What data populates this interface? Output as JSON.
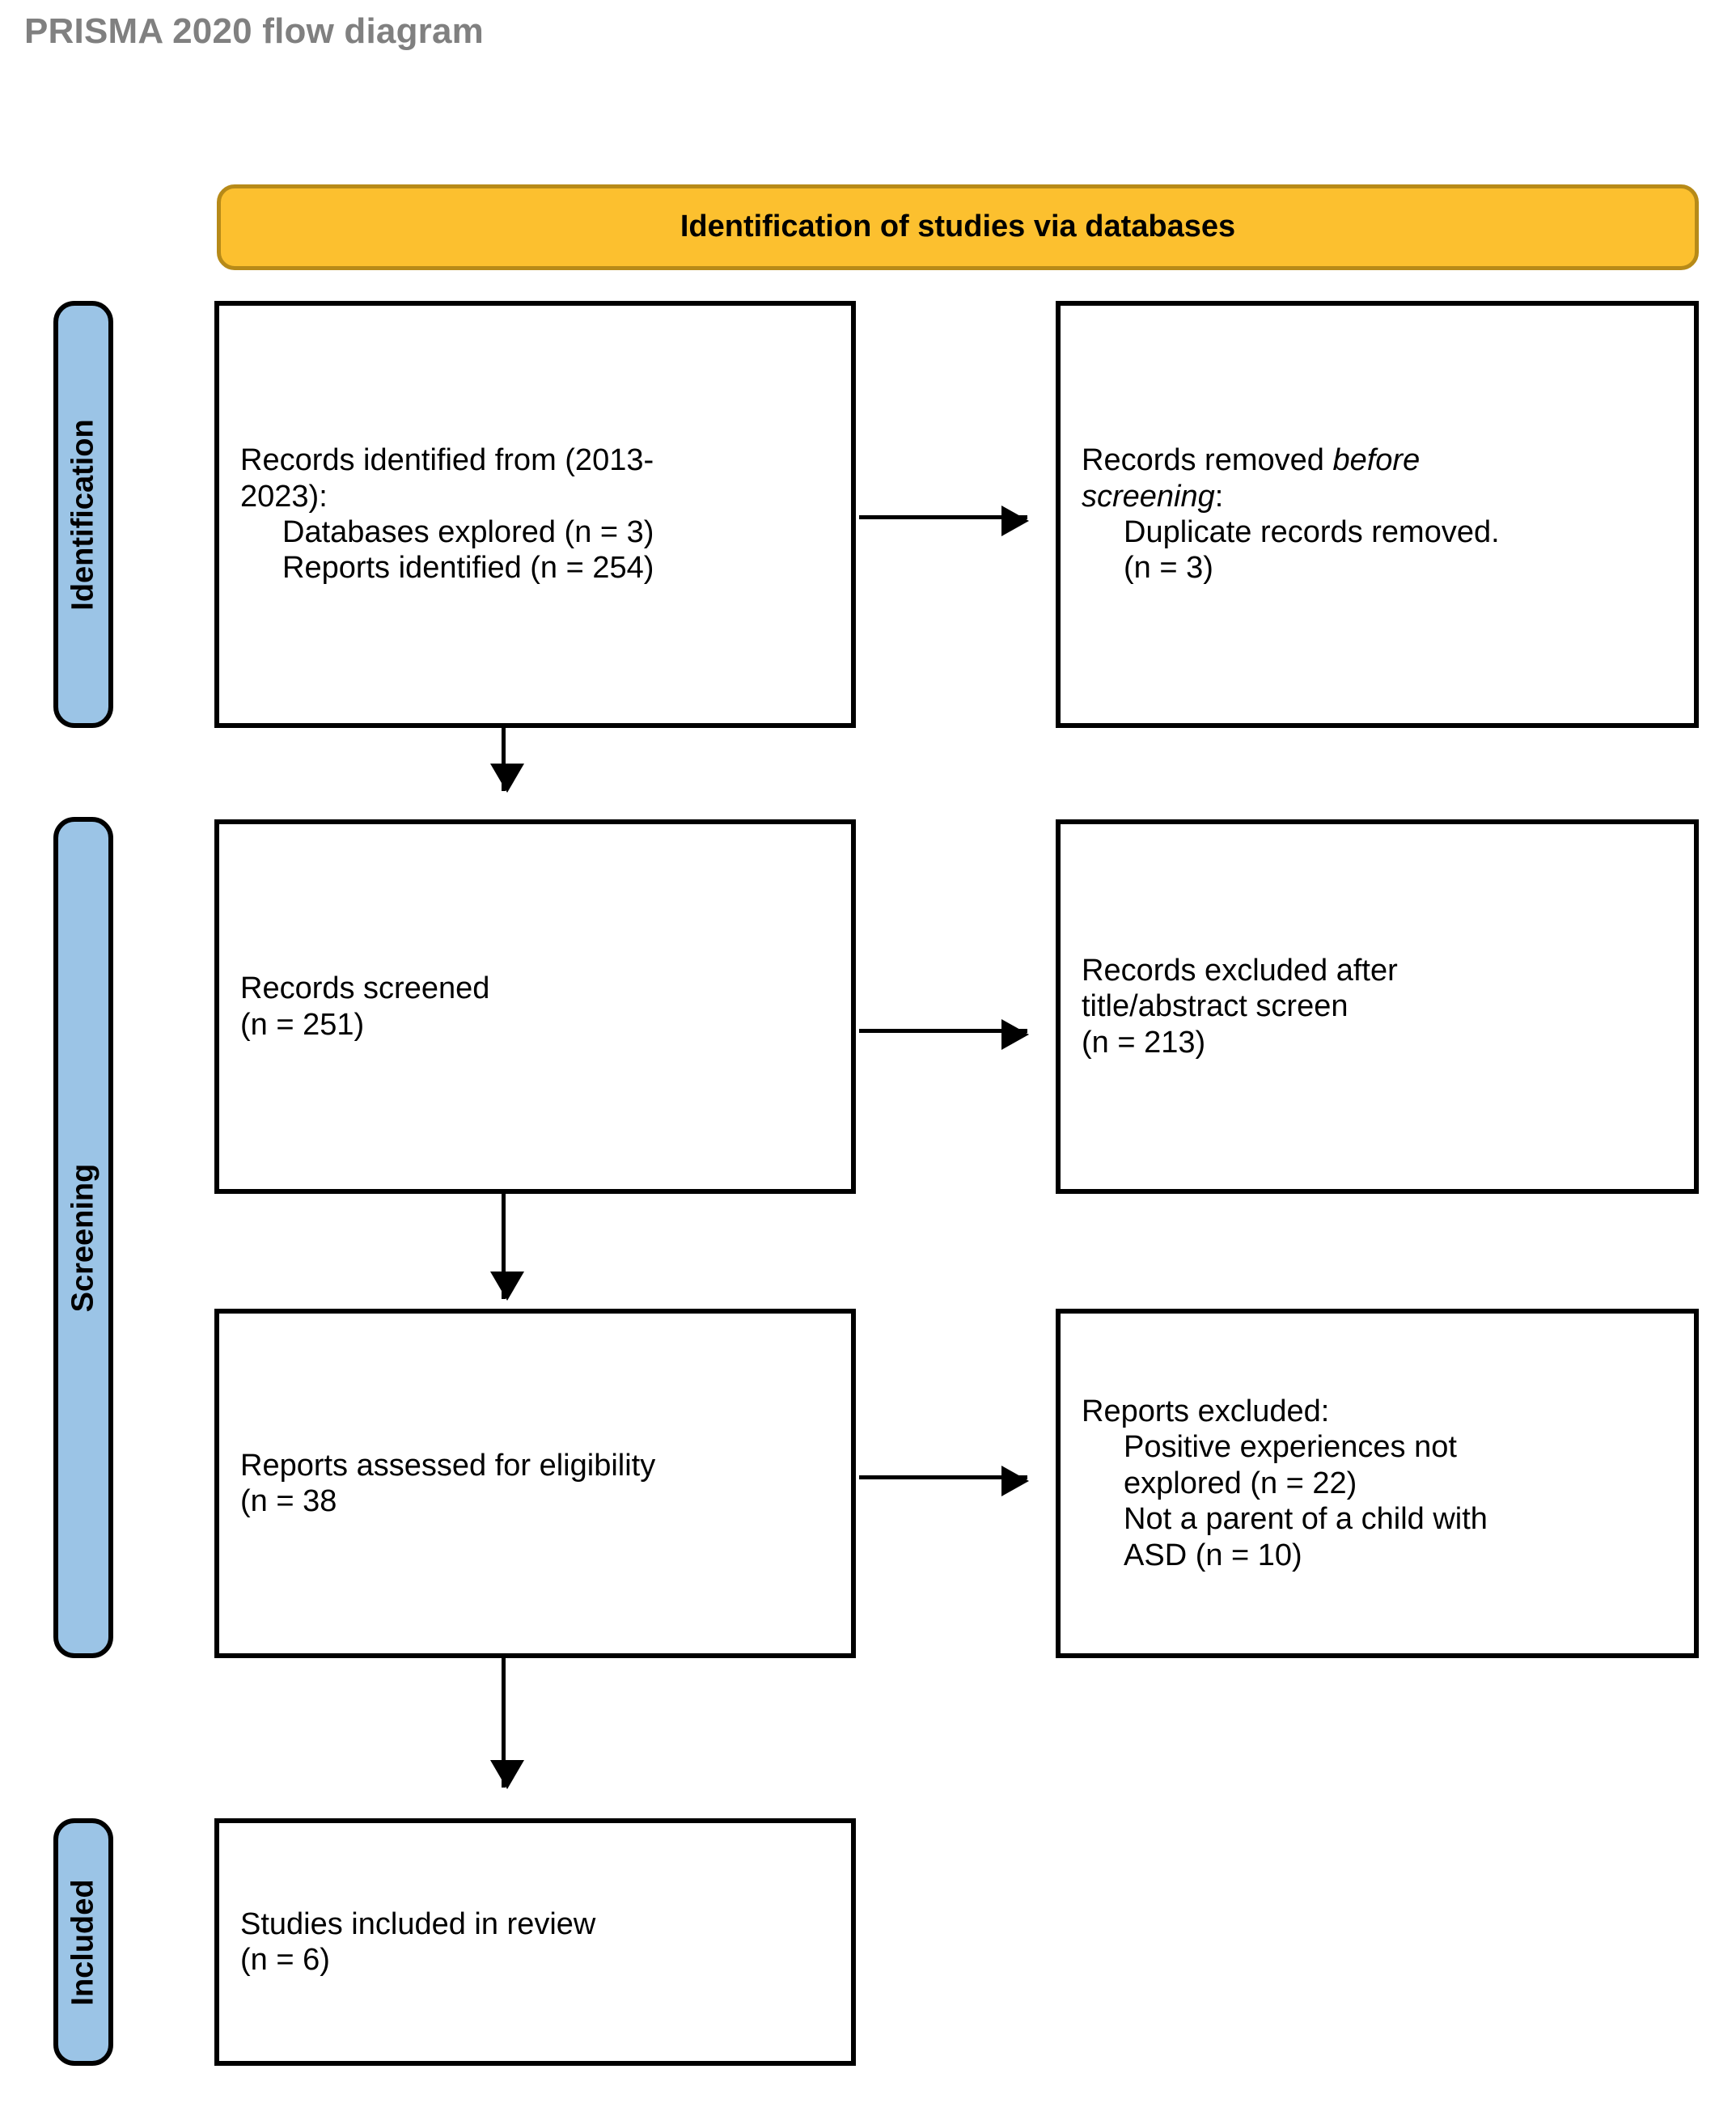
{
  "page": {
    "title": "PRISMA 2020 flow diagram"
  },
  "colors": {
    "banner_fill": "#FCC02F",
    "banner_border": "#B78A18",
    "stage_fill": "#9BC4E6",
    "stage_border": "#000000",
    "box_border": "#000000",
    "title_text": "#808080",
    "body_text": "#000000"
  },
  "banner": {
    "label": "Identification of studies via databases"
  },
  "stages": [
    {
      "label": "Identification"
    },
    {
      "label": "Screening"
    },
    {
      "label": "Included"
    }
  ],
  "boxes": {
    "records_identified": {
      "line1": "Records identified from (2013-",
      "line2": "2023):",
      "line3": "Databases explored (n = 3)",
      "line4": "Reports identified (n = 254)"
    },
    "records_removed": {
      "line1_plain": "Records removed ",
      "line1_italic": "before",
      "line2_italic": "screening",
      "line2_plain": ":",
      "line3": "Duplicate records removed.",
      "line4": "(n = 3)"
    },
    "records_screened": {
      "line1": "Records screened",
      "line2": "(n = 251)"
    },
    "records_excluded": {
      "line1": "Records excluded after",
      "line2": "title/abstract screen",
      "line3": "(n = 213)"
    },
    "reports_assessed": {
      "line1": "Reports assessed for eligibility",
      "line2": "(n = 38"
    },
    "reports_excluded": {
      "line1": "Reports excluded:",
      "line2": "Positive experiences not",
      "line3": "explored (n = 22)",
      "line4": "Not a parent of a child with",
      "line5": "ASD (n = 10)"
    },
    "studies_included": {
      "line1": "Studies included in review",
      "line2": "(n = 6)"
    }
  }
}
